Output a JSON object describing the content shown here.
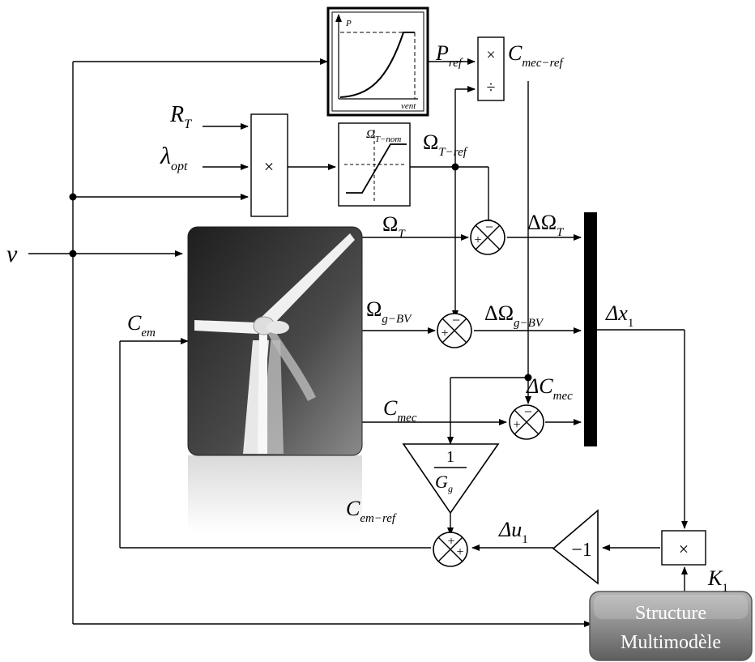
{
  "inputs": {
    "v": "v",
    "R_T": {
      "main": "R",
      "sub": "T"
    },
    "lambda_opt": {
      "main": "λ",
      "sub": "opt"
    }
  },
  "blocks": {
    "power_curve": {
      "y_axis": "P",
      "x_axis": "vent"
    },
    "speed_limiter": {
      "label": {
        "main": "Ω",
        "sub": "T−nom"
      }
    },
    "multiplier_symbol": "×",
    "divider_symbols": {
      "top": "×",
      "bottom": "÷"
    },
    "gain_1_over_Gg": {
      "numerator": "1",
      "denominator": {
        "main": "G",
        "sub": "g"
      }
    },
    "gain_minus_one": "−1",
    "k1_multiplier_symbol": "×",
    "multimodel_structure": {
      "line1": "Structure",
      "line2": "Multimodèle"
    }
  },
  "signals": {
    "P_ref": {
      "main": "P",
      "sub": "ref"
    },
    "C_mec_ref": {
      "main": "C",
      "sub": "mec−ref"
    },
    "Omega_T_ref": {
      "main": "Ω",
      "sub": "T−ref"
    },
    "Omega_T": {
      "main": "Ω",
      "sub": "T"
    },
    "Delta_Omega_T": {
      "main": "ΔΩ",
      "sub": "T"
    },
    "Omega_g_BV": {
      "main": "Ω",
      "sub": "g−BV"
    },
    "Delta_Omega_g_BV": {
      "main": "ΔΩ",
      "sub": "g−BV"
    },
    "C_mec": {
      "main": "C",
      "sub": "mec"
    },
    "Delta_C_mec": {
      "main": "ΔC",
      "sub": "mec"
    },
    "Delta_x1": {
      "main": "Δx",
      "sub": "1"
    },
    "C_em": {
      "main": "C",
      "sub": "em"
    },
    "C_em_ref": {
      "main": "C",
      "sub": "em−ref"
    },
    "Delta_u1": {
      "main": "Δu",
      "sub": "1"
    },
    "K1": {
      "main": "K",
      "sub": "1"
    }
  },
  "sum_signs": {
    "minus": "−",
    "plus": "+"
  },
  "colors": {
    "line": "#000000",
    "multimodel_fill_top": "#b0b0b0",
    "multimodel_fill_bottom": "#6a6a6a",
    "turbine_bg": "#3a3a3a"
  }
}
